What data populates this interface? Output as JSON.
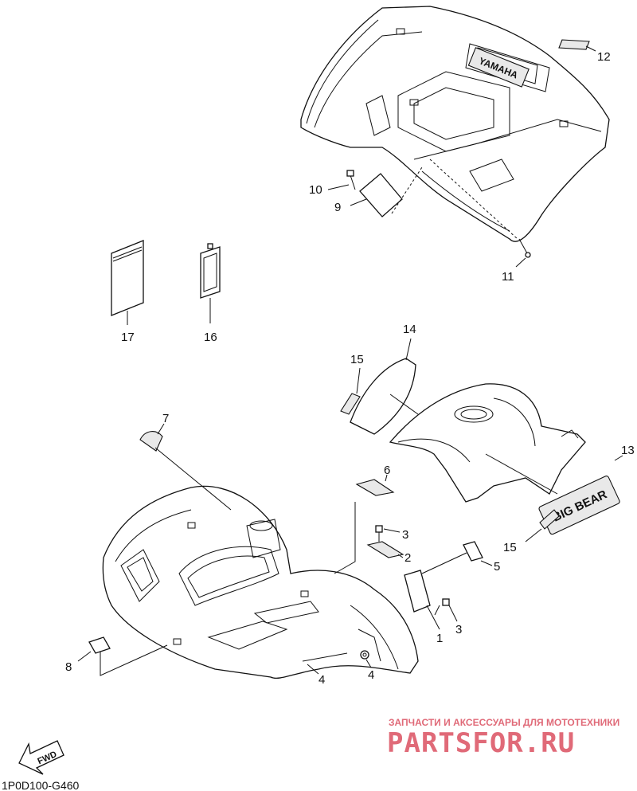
{
  "labels": {
    "l1": "1",
    "l2": "2",
    "l3a": "3",
    "l3b": "3",
    "l4a": "4",
    "l4b": "4",
    "l5": "5",
    "l6": "6",
    "l7": "7",
    "l8": "8",
    "l9": "9",
    "l10": "10",
    "l11": "11",
    "l12": "12",
    "l13": "13",
    "l14": "14",
    "l15a": "15",
    "l15b": "15",
    "l16": "16",
    "l17": "17"
  },
  "fwd": "FWD",
  "diagram_code": "1P0D100-G460",
  "watermark": {
    "tagline": "ЗАПЧАСТИ И АКСЕССУАРЫ ДЛЯ МОТОТЕХНИКИ",
    "brand": "PARTSFOR.RU",
    "color": "#e06a78"
  },
  "decals": {
    "rear_logo": "YAMAHA",
    "side_logo": "BIG BEAR"
  }
}
